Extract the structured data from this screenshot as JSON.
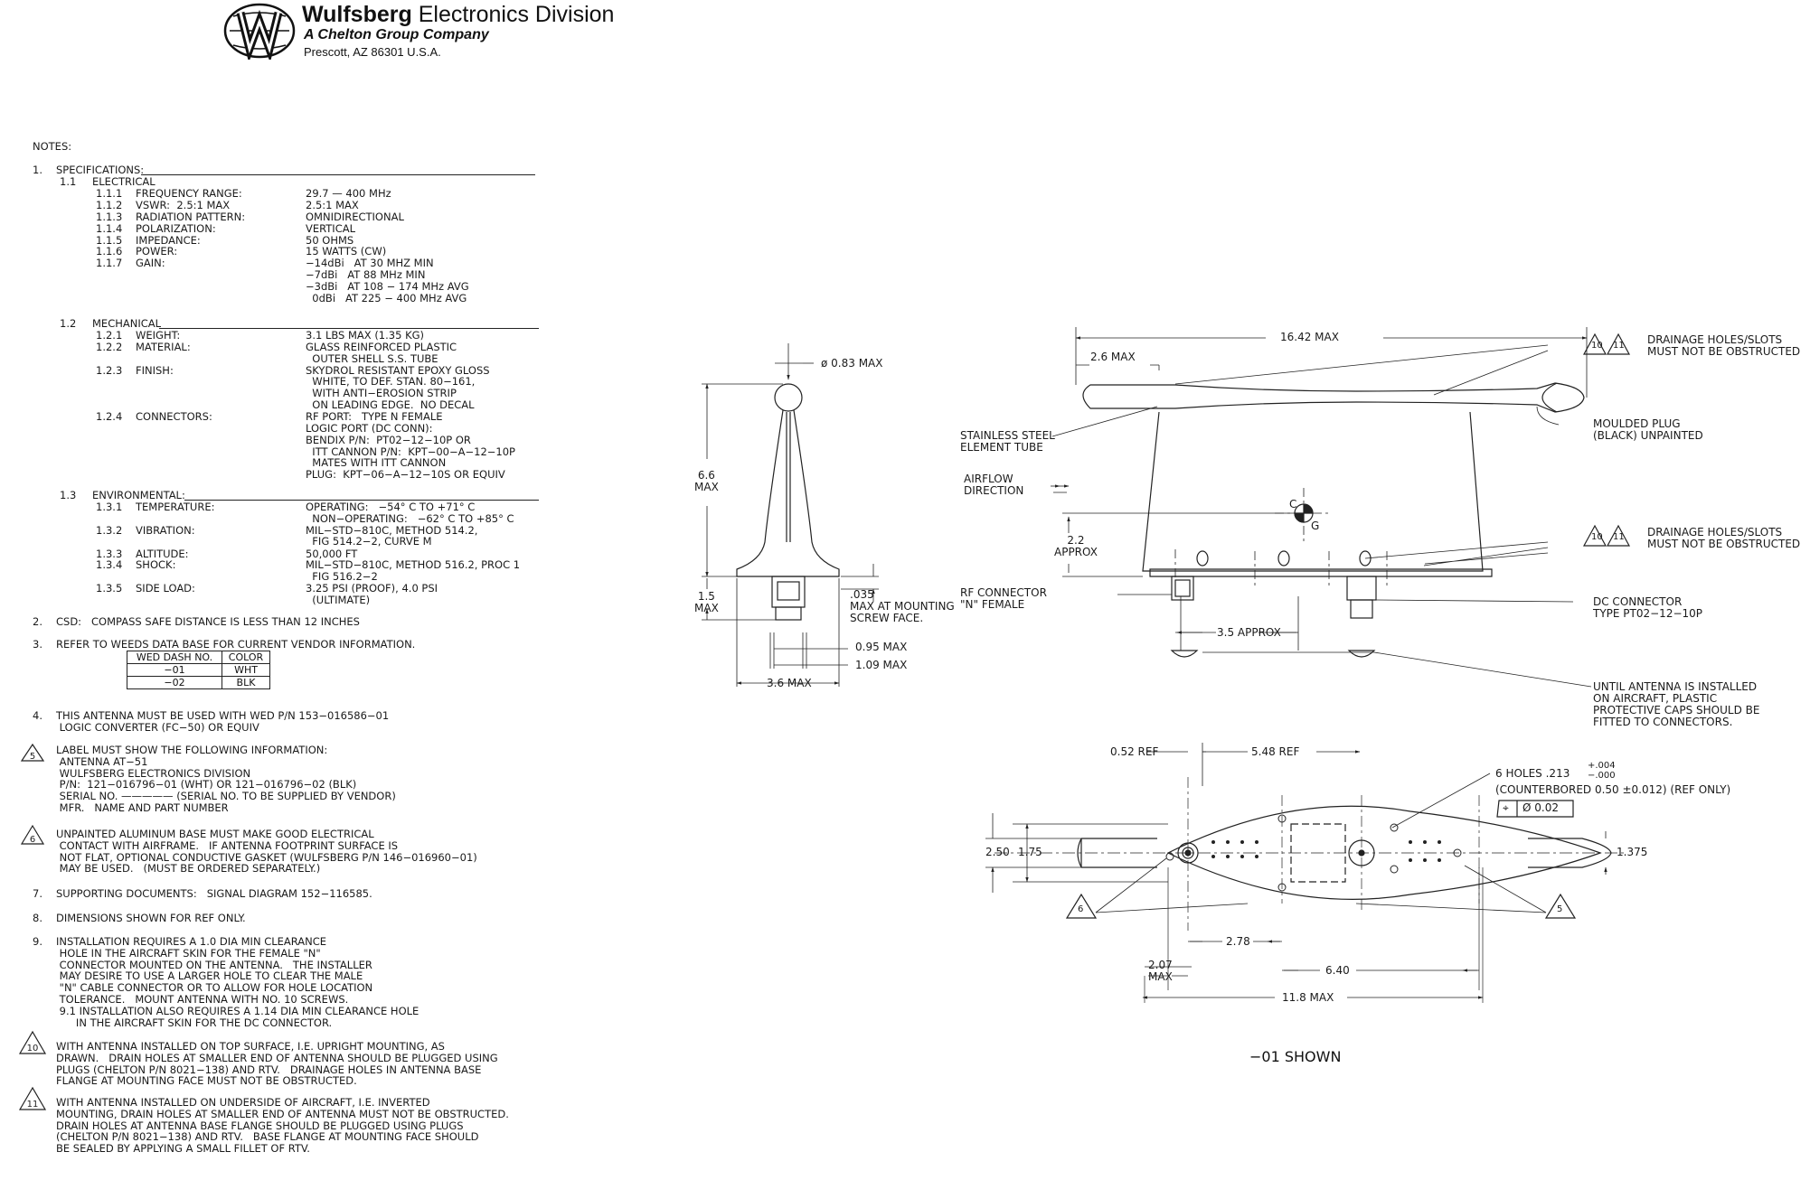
{
  "header": {
    "brand_name": "Wulfsberg",
    "division": "Electronics Division",
    "subtitle": "A Chelton Group Company",
    "address": "Prescott, AZ  86301  U.S.A."
  },
  "notes": {
    "title": "NOTES:",
    "spec": {
      "item": "1.",
      "label": "SPECIFICATIONS:",
      "electrical": {
        "num": "1.1",
        "label": "ELECTRICAL",
        "rows": [
          {
            "num": "1.1.1",
            "label": "FREQUENCY RANGE:",
            "value": "29.7 — 400 MHz"
          },
          {
            "num": "1.1.2",
            "label": "VSWR:  2.5:1 MAX",
            "value": "2.5:1 MAX"
          },
          {
            "num": "1.1.3",
            "label": "RADIATION PATTERN:",
            "value": "OMNIDIRECTIONAL"
          },
          {
            "num": "1.1.4",
            "label": "POLARIZATION:",
            "value": "VERTICAL"
          },
          {
            "num": "1.1.5",
            "label": "IMPEDANCE:",
            "value": "50 OHMS"
          },
          {
            "num": "1.1.6",
            "label": "POWER:",
            "value": "15 WATTS (CW)"
          },
          {
            "num": "1.1.7",
            "label": "GAIN:",
            "value": "−14dBi   AT 30 MHZ MIN\n−7dBi   AT 88 MHz MIN\n−3dBi   AT 108 − 174 MHz AVG\n  0dBi   AT 225 − 400 MHz AVG"
          }
        ]
      },
      "mechanical": {
        "num": "1.2",
        "label": "MECHANICAL",
        "rows": [
          {
            "num": "1.2.1",
            "label": "WEIGHT:",
            "value": "3.1 LBS MAX (1.35 KG)"
          },
          {
            "num": "1.2.2",
            "label": "MATERIAL:",
            "value": "GLASS REINFORCED PLASTIC\n  OUTER SHELL S.S. TUBE"
          },
          {
            "num": "1.2.3",
            "label": "FINISH:",
            "value": "SKYDROL RESISTANT EPOXY GLOSS\n  WHITE, TO DEF. STAN. 80−161,\n  WITH ANTI−EROSION STRIP\n  ON LEADING EDGE.  NO DECAL"
          },
          {
            "num": "1.2.4",
            "label": "CONNECTORS:",
            "value": "RF PORT:   TYPE N FEMALE\nLOGIC PORT (DC CONN):\nBENDIX P/N:  PT02−12−10P OR\n  ITT CANNON P/N:  KPT−00−A−12−10P\n  MATES WITH ITT CANNON\nPLUG:  KPT−06−A−12−10S OR EQUIV"
          }
        ]
      },
      "environmental": {
        "num": "1.3",
        "label": "ENVIRONMENTAL:",
        "rows": [
          {
            "num": "1.3.1",
            "label": "TEMPERATURE:",
            "value": "OPERATING:   −54° C TO +71° C\n  NON−OPERATING:   −62° C TO +85° C"
          },
          {
            "num": "1.3.2",
            "label": "VIBRATION:",
            "value": "MIL−STD−810C, METHOD 514.2,\n  FIG 514.2−2, CURVE M"
          },
          {
            "num": "1.3.3",
            "label": "ALTITUDE:",
            "value": "50,000 FT"
          },
          {
            "num": "1.3.4",
            "label": "SHOCK:",
            "value": "MIL−STD−810C, METHOD 516.2, PROC 1\n  FIG 516.2−2"
          },
          {
            "num": "1.3.5",
            "label": "SIDE LOAD:",
            "value": "3.25 PSI (PROOF), 4.0 PSI\n  (ULTIMATE)"
          }
        ]
      }
    },
    "n2": {
      "num": "2.",
      "text": "CSD:   COMPASS SAFE DISTANCE IS LESS THAN 12 INCHES"
    },
    "n3": {
      "num": "3.",
      "text": "REFER TO WEEDS DATA BASE FOR CURRENT VENDOR INFORMATION."
    },
    "wed_table": {
      "headers": [
        "WED DASH NO.",
        "COLOR"
      ],
      "rows": [
        [
          "−01",
          "WHT"
        ],
        [
          "−02",
          "BLK"
        ]
      ]
    },
    "n4": {
      "num": "4.",
      "text": "THIS ANTENNA MUST BE USED WITH WED P/N 153−016586−01\n LOGIC CONVERTER (FC−50) OR EQUIV"
    },
    "n5": {
      "num": "5.",
      "text": "LABEL MUST SHOW THE FOLLOWING INFORMATION:\n ANTENNA AT−51\n WULFSBERG ELECTRONICS DIVISION\n P/N:  121−016796−01 (WHT) OR 121−016796−02 (BLK)\n SERIAL NO. ————— (SERIAL NO. TO BE SUPPLIED BY VENDOR)\n MFR.   NAME AND PART NUMBER"
    },
    "n6": {
      "num": "6.",
      "text": "UNPAINTED ALUMINUM BASE MUST MAKE GOOD ELECTRICAL\n CONTACT WITH AIRFRAME.   IF ANTENNA FOOTPRINT SURFACE IS\n NOT FLAT, OPTIONAL CONDUCTIVE GASKET (WULFSBERG P/N 146−016960−01)\n MAY BE USED.   (MUST BE ORDERED SEPARATELY.)"
    },
    "n7": {
      "num": "7.",
      "text": "SUPPORTING DOCUMENTS:   SIGNAL DIAGRAM 152−116585."
    },
    "n8": {
      "num": "8.",
      "text": "DIMENSIONS SHOWN FOR REF ONLY."
    },
    "n9": {
      "num": "9.",
      "text": "INSTALLATION REQUIRES A 1.0 DIA MIN CLEARANCE\n HOLE IN THE AIRCRAFT SKIN FOR THE FEMALE \"N\"\n CONNECTOR MOUNTED ON THE ANTENNA.   THE INSTALLER\n MAY DESIRE TO USE A LARGER HOLE TO CLEAR THE MALE\n \"N\" CABLE CONNECTOR OR TO ALLOW FOR HOLE LOCATION\n TOLERANCE.   MOUNT ANTENNA WITH NO. 10 SCREWS.\n 9.1 INSTALLATION ALSO REQUIRES A 1.14 DIA MIN CLEARANCE HOLE\n      IN THE AIRCRAFT SKIN FOR THE DC CONNECTOR."
    },
    "n10": {
      "num": "10.",
      "text": "WITH ANTENNA INSTALLED ON TOP SURFACE, I.E. UPRIGHT MOUNTING, AS\nDRAWN.   DRAIN HOLES AT SMALLER END OF ANTENNA SHOULD BE PLUGGED USING\nPLUGS (CHELTON P/N 8021−138) AND RTV.   DRAINAGE HOLES IN ANTENNA BASE\nFLANGE AT MOUNTING FACE MUST NOT BE OBSTRUCTED."
    },
    "n11": {
      "num": "11.",
      "text": "WITH ANTENNA INSTALLED ON UNDERSIDE OF AIRCRAFT, I.E. INVERTED\nMOUNTING, DRAIN HOLES AT SMALLER END OF ANTENNA MUST NOT BE OBSTRUCTED.\nDRAIN HOLES AT ANTENNA BASE FLANGE SHOULD BE PLUGGED USING PLUGS\n(CHELTON P/N 8021−138) AND RTV.   BASE FLANGE AT MOUNTING FACE SHOULD\nBE SEALED BY APPLYING A SMALL FILLET OF RTV."
    }
  },
  "front_view": {
    "dia": "ø 0.83 MAX",
    "height": "6.6\nMAX",
    "base_h": "1.5\nMAX",
    "face": ".035\nMAX AT MOUNTING\nSCREW FACE.",
    "d095": "0.95 MAX",
    "d109": "1.09 MAX",
    "d36": "3.6 MAX"
  },
  "side_view": {
    "length": "16.42 MAX",
    "tip": "2.6 MAX",
    "drain_top": "DRAINAGE HOLES/SLOTS\nMUST NOT BE OBSTRUCTED",
    "plug": "MOULDED PLUG\n(BLACK) UNPAINTED",
    "tube": "STAINLESS STEEL\nELEMENT TUBE",
    "airflow": "AIRFLOW\nDIRECTION",
    "approx": "2.2\nAPPROX",
    "cg_c": "C",
    "cg_g": "G",
    "drain_bot": "DRAINAGE HOLES/SLOTS\nMUST NOT BE OBSTRUCTED",
    "rf": "RF CONNECTOR\n\"N\" FEMALE",
    "dc": "DC CONNECTOR\nTYPE PT02−12−10P",
    "d35": "3.5 APPROX",
    "caps": "UNTIL ANTENNA IS INSTALLED\nON AIRCRAFT, PLASTIC\nPROTECTIVE CAPS SHOULD BE\nFITTED TO CONNECTORS.",
    "flag10": "10",
    "flag11": "11"
  },
  "bottom_view": {
    "d052": "0.52 REF",
    "d548": "5.48 REF",
    "holes": "6 HOLES .213",
    "tol_plus": "+.004",
    "tol_minus": "−.000",
    "cbore": "(COUNTERBORED 0.50 ±0.012) (REF ONLY)",
    "pos_sym": "⌖",
    "pos_tol": "Ø 0.02",
    "d250": "2.50",
    "d175": "1.75",
    "d1375": "1.375",
    "d278": "2.78",
    "d207": "2.07\nMAX",
    "d640": "6.40",
    "d118": "11.8 MAX",
    "flag6": "6",
    "flag5": "5"
  },
  "caption": "−01  SHOWN"
}
